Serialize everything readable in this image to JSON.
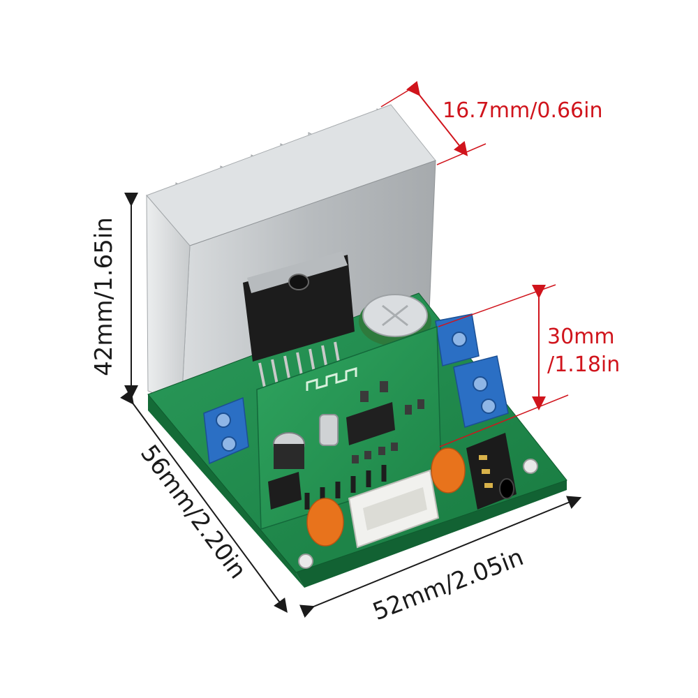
{
  "dimensions": {
    "heatsink_depth": "16.7mm/0.66in",
    "height": "42mm/1.65in",
    "module_height_line1": "30mm",
    "module_height_line2": "/1.18in",
    "board_depth": "56mm/2.20in",
    "board_width": "52mm/2.05in"
  },
  "colors": {
    "red_annotation": "#d0141c",
    "dark_annotation": "#1a1a1a",
    "pcb_green": "#1f8a4c",
    "heatsink_silver": "#bfc3c6",
    "terminal_blue": "#2b6fc4",
    "capacitor_orange": "#e8731c"
  }
}
